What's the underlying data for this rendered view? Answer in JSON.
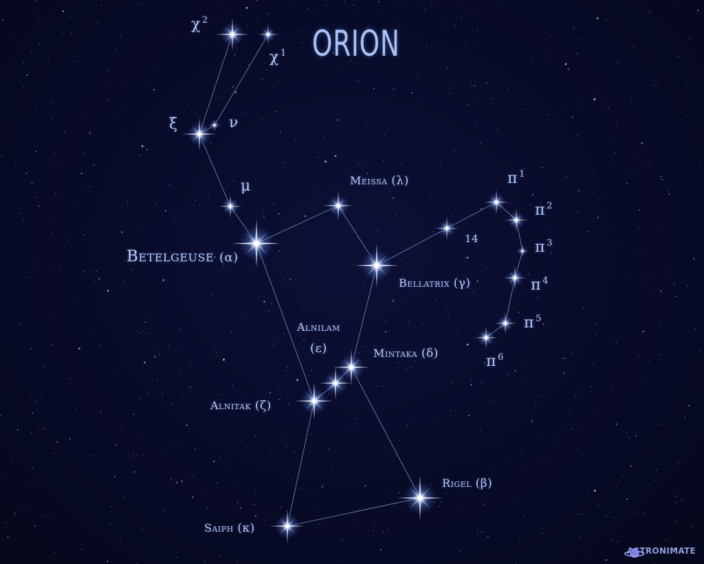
{
  "title": "ORION",
  "labels": {
    "chi2": {
      "base": "χ",
      "sup": "2"
    },
    "chi1": {
      "base": "χ",
      "sup": "1"
    },
    "xi": {
      "text": "ξ"
    },
    "nu": {
      "text": "ν"
    },
    "mu": {
      "text": "μ"
    },
    "betelgeuse": {
      "name": "Betelgeuse",
      "greek": "(α)"
    },
    "meissa": {
      "name": "Meissa",
      "greek": "(λ)"
    },
    "bellatrix": {
      "name": "Bellatrix",
      "greek": "(γ)"
    },
    "fourteen": {
      "text": "14"
    },
    "pi1": {
      "base": "π",
      "sup": "1"
    },
    "pi2": {
      "base": "π",
      "sup": "2"
    },
    "pi3": {
      "base": "π",
      "sup": "3"
    },
    "pi4": {
      "base": "π",
      "sup": "4"
    },
    "pi5": {
      "base": "π",
      "sup": "5"
    },
    "pi6": {
      "base": "π",
      "sup": "6"
    },
    "alnilam": {
      "name": "Alnilam",
      "greek": "(ε)"
    },
    "mintaka": {
      "name": "Mintaka",
      "greek": "(δ)"
    },
    "alnitak": {
      "name": "Alnitak",
      "greek": "(ζ)"
    },
    "rigel": {
      "name": "Rigel",
      "greek": "(β)"
    },
    "saiph": {
      "name": "Saiph",
      "greek": "(κ)"
    }
  },
  "brand": {
    "text": "ASTRONIMATE",
    "icon": "planet-icon"
  },
  "colors": {
    "background": "#070a24",
    "line": "#8fa6d8",
    "label": "#b9cdfa",
    "star": "#ffffff",
    "glow": "#7fa6ff"
  }
}
